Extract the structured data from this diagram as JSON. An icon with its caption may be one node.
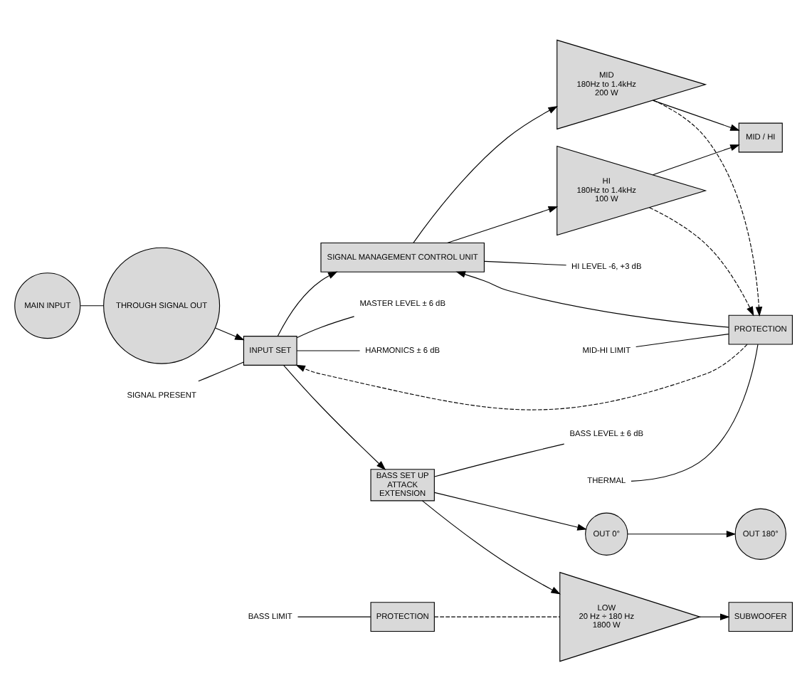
{
  "diagram": {
    "nodes": [
      {
        "text": [
          "MAIN INPUT"
        ]
      },
      {
        "text": [
          "THROUGH SIGNAL OUT"
        ]
      },
      {
        "text": [
          "INPUT SET"
        ]
      },
      {
        "text": [
          "SIGNAL PRESENT"
        ]
      },
      {
        "text": [
          "MASTER LEVEL ± 6 dB"
        ]
      },
      {
        "text": [
          "HARMONICS ± 6 dB"
        ]
      },
      {
        "text": [
          "PROTECTION"
        ]
      },
      {
        "text": [
          "MID-HI LIMIT"
        ]
      },
      {
        "text": [
          "THERMAL"
        ]
      },
      {
        "text": [
          "SIGNAL MANAGEMENT CONTROL UNIT"
        ]
      },
      {
        "text": [
          "HI LEVEL -6, +3 dB"
        ]
      },
      {
        "text": [
          "HI",
          "180Hz to 1.4kHz",
          "100 W"
        ]
      },
      {
        "text": [
          "MID",
          "180Hz to 1.4kHz",
          "200 W"
        ]
      },
      {
        "text": [
          "MID / HI"
        ]
      },
      {
        "text": [
          "BASS SET UP",
          "ATTACK",
          "EXTENSION"
        ]
      },
      {
        "text": [
          "BASS LEVEL ± 6 dB"
        ]
      },
      {
        "text": [
          "BASS LIMIT"
        ]
      },
      {
        "text": [
          "PROTECTION"
        ]
      },
      {
        "text": [
          "LOW",
          "20 Hz ÷ 180 Hz",
          "1800 W"
        ]
      },
      {
        "text": [
          "SUBWOOFER"
        ]
      },
      {
        "text": [
          "OUT 0°"
        ]
      },
      {
        "text": [
          "OUT 180°"
        ]
      }
    ],
    "edges": [
      {
        "from": 0,
        "to": 1,
        "arrow": "none"
      },
      {
        "from": 1,
        "to": 2,
        "arrow": "to"
      },
      {
        "from": 3,
        "to": 2,
        "arrow": "none"
      },
      {
        "from": 2,
        "to": 4,
        "arrow": "none"
      },
      {
        "from": 2,
        "to": 5,
        "arrow": "none"
      },
      {
        "from": 6,
        "to": 2,
        "arrow": "to",
        "style": "dashed"
      },
      {
        "from": 7,
        "to": 6,
        "arrow": "none"
      },
      {
        "from": 8,
        "to": 6,
        "arrow": "none"
      },
      {
        "from": 6,
        "to": 9,
        "arrow": "to"
      },
      {
        "from": 2,
        "to": 9,
        "arrow": "to"
      },
      {
        "from": 9,
        "to": 10,
        "arrow": "none"
      },
      {
        "from": 9,
        "to": 11,
        "arrow": "to"
      },
      {
        "from": 9,
        "to": 12,
        "arrow": "to"
      },
      {
        "from": 11,
        "to": 6,
        "arrow": "to",
        "style": "dashed"
      },
      {
        "from": 12,
        "to": 6,
        "arrow": "to",
        "style": "dashed"
      },
      {
        "from": 11,
        "to": 13,
        "arrow": "to"
      },
      {
        "from": 12,
        "to": 13,
        "arrow": "to"
      },
      {
        "from": 2,
        "to": 14,
        "arrow": "to"
      },
      {
        "from": 14,
        "to": 15,
        "arrow": "none"
      },
      {
        "from": 16,
        "to": 17,
        "arrow": "none"
      },
      {
        "from": 17,
        "to": 18,
        "arrow": "none",
        "style": "dashed"
      },
      {
        "from": 14,
        "to": 18,
        "arrow": "to"
      },
      {
        "from": 18,
        "to": 19,
        "arrow": "to"
      },
      {
        "from": 14,
        "to": 20,
        "arrow": "to"
      },
      {
        "from": 20,
        "to": 21,
        "arrow": "to"
      }
    ]
  }
}
